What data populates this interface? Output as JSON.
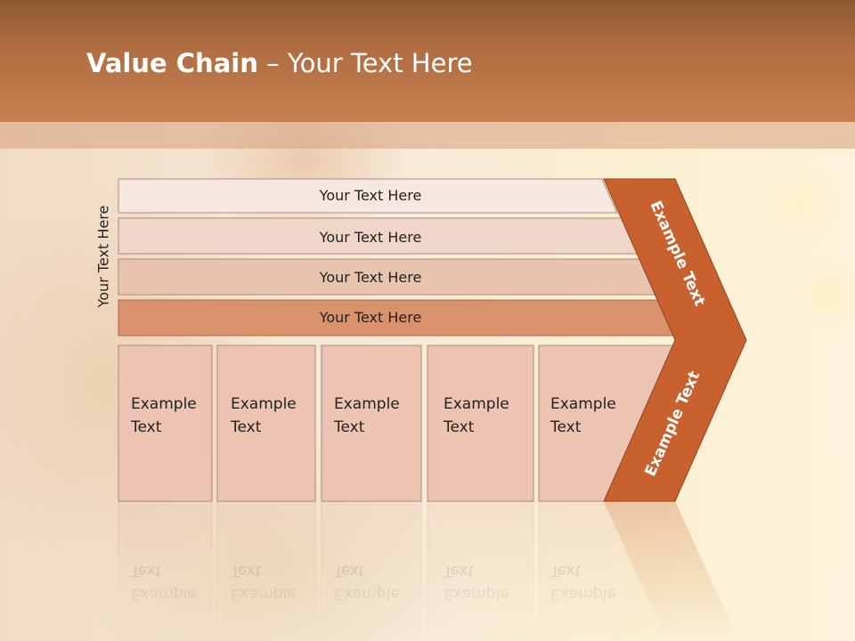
{
  "title": {
    "bold": "Value Chain",
    "rest": " – Your Text Here"
  },
  "side_label": "Your Text Here",
  "rows": [
    "Your Text Here",
    "Your Text Here",
    "Your Text Here",
    "Your Text Here"
  ],
  "columns": [
    [
      "Example",
      "Text"
    ],
    [
      "Example",
      "Text"
    ],
    [
      "Example",
      "Text"
    ],
    [
      "Example",
      "Text"
    ],
    [
      "Example",
      "Text"
    ]
  ],
  "arrow_labels": {
    "top": "Example Text",
    "bottom": "Example Text"
  },
  "colors": {
    "header": "#b06e42",
    "arrow": "#c9612e",
    "row_fills": [
      "#f6e7e0",
      "#efd6c9",
      "#e8c4ae",
      "#d9926c"
    ],
    "column_fill": "#ecc4b1"
  }
}
